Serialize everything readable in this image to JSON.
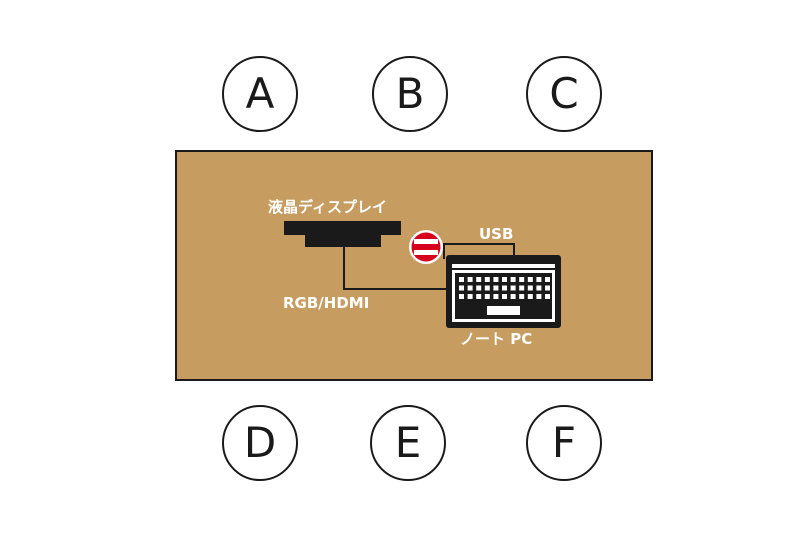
{
  "seats": {
    "a": "A",
    "b": "B",
    "c": "C",
    "d": "D",
    "e": "E",
    "f": "F"
  },
  "labels": {
    "display": "液晶ディスプレイ",
    "usb": "USB",
    "rgb_hdmi": "RGB/HDMI",
    "notebook_pc": "ノート PC"
  },
  "colors": {
    "table": "#c69c61",
    "device": "#1a1a1a",
    "no_entry": "#d7001c",
    "label": "#ffffff"
  },
  "icons": {
    "no_entry": "no-entry-icon"
  }
}
